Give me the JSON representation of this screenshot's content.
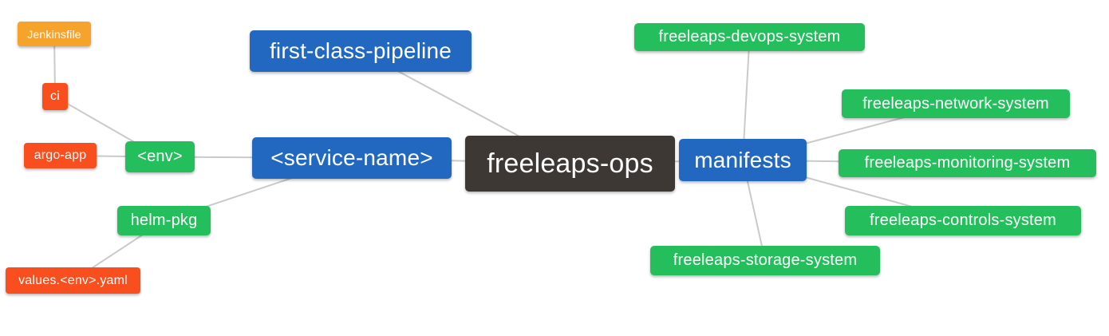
{
  "diagram": {
    "type": "mindmap",
    "edge_color": "#cacaca",
    "background_color": "#ffffff",
    "palette": {
      "central": "#3d3834",
      "topic_blue": "#2268c0",
      "subtopic_green": "#24bf5c",
      "leaf_red": "#f94e1e",
      "leaf_orange": "#f5a32a"
    },
    "nodes": {
      "freeleaps-ops": {
        "label": "freeleaps-ops",
        "color": "#3d3834"
      },
      "first-class-pipeline": {
        "label": "first-class-pipeline",
        "color": "#2268c0"
      },
      "service-name": {
        "label": "<service-name>",
        "color": "#2268c0"
      },
      "manifests": {
        "label": "manifests",
        "color": "#2268c0"
      },
      "env": {
        "label": "<env>",
        "color": "#24bf5c"
      },
      "helm-pkg": {
        "label": "helm-pkg",
        "color": "#24bf5c"
      },
      "devops-system": {
        "label": "freeleaps-devops-system",
        "color": "#24bf5c"
      },
      "network-system": {
        "label": "freeleaps-network-system",
        "color": "#24bf5c"
      },
      "monitoring-system": {
        "label": "freeleaps-monitoring-system",
        "color": "#24bf5c"
      },
      "controls-system": {
        "label": "freeleaps-controls-system",
        "color": "#24bf5c"
      },
      "storage-system": {
        "label": "freeleaps-storage-system",
        "color": "#24bf5c"
      },
      "ci": {
        "label": "ci",
        "color": "#f94e1e"
      },
      "argo-app": {
        "label": "argo-app",
        "color": "#f94e1e"
      },
      "values-env-yaml": {
        "label": "values.<env>.yaml",
        "color": "#f94e1e"
      },
      "jenkinsfile": {
        "label": "Jenkinsfile",
        "color": "#f5a32a"
      }
    },
    "edges": [
      [
        "jenkinsfile",
        "ci"
      ],
      [
        "ci",
        "env"
      ],
      [
        "argo-app",
        "env"
      ],
      [
        "env",
        "service-name"
      ],
      [
        "helm-pkg",
        "service-name"
      ],
      [
        "values-env-yaml",
        "helm-pkg"
      ],
      [
        "service-name",
        "freeleaps-ops"
      ],
      [
        "first-class-pipeline",
        "freeleaps-ops"
      ],
      [
        "freeleaps-ops",
        "manifests"
      ],
      [
        "manifests",
        "devops-system"
      ],
      [
        "manifests",
        "network-system"
      ],
      [
        "manifests",
        "monitoring-system"
      ],
      [
        "manifests",
        "controls-system"
      ],
      [
        "manifests",
        "storage-system"
      ]
    ]
  }
}
